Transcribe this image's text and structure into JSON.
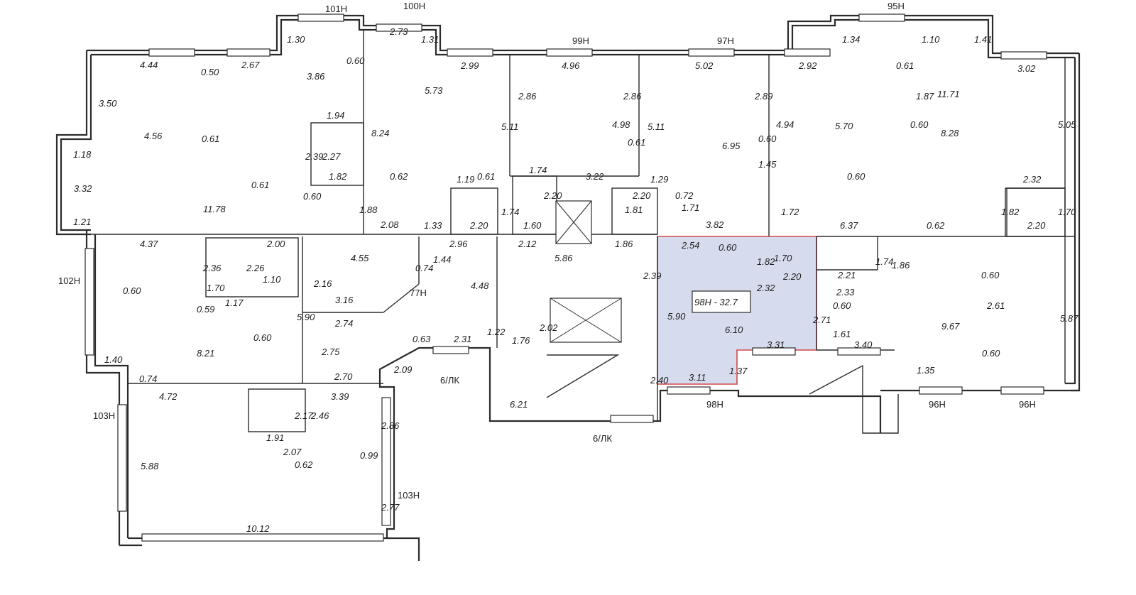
{
  "selected_unit": {
    "label": "98Н - 32.7",
    "color": "#d6dcee",
    "border": "#d2484a"
  },
  "unit_callouts": [
    "101Н",
    "100Н",
    "99Н",
    "97Н",
    "95Н",
    "102Н",
    "77Н",
    "6/ЛК",
    "103Н",
    "103Н",
    "6/ЛК",
    "98Н",
    "96Н",
    "96Н"
  ],
  "dimensions": {
    "d1": "4.44",
    "d2": "0.50",
    "d3": "2.67",
    "d4": "1.30",
    "d5": "0.60",
    "d6": "3.86",
    "d7": "2.73",
    "d8": "1.31",
    "d9": "2.99",
    "d10": "4.96",
    "d11": "5.02",
    "d12": "2.92",
    "d13": "1.34",
    "d14": "1.10",
    "d15": "1.41",
    "d16": "3.02",
    "d17": "0.61",
    "d18": "3.50",
    "d19": "5.73",
    "d20": "2.86",
    "d21": "2.86",
    "d22": "2.89",
    "d23": "1.87",
    "d24": "11.71",
    "d25": "4.56",
    "d26": "0.61",
    "d27": "1.94",
    "d28": "8.24",
    "d29": "5.11",
    "d30": "4.98",
    "d31": "5.11",
    "d32": "4.94",
    "d33": "5.70",
    "d34": "0.60",
    "d35": "8.28",
    "d36": "5.05",
    "d37": "1.18",
    "d38": "2.39",
    "d39": "2.27",
    "d40": "0.61",
    "d41": "6.95",
    "d42": "0.60",
    "d43": "1.45",
    "d44": "3.32",
    "d45": "1.82",
    "d46": "0.62",
    "d47": "1.19",
    "d48": "0.61",
    "d49": "1.74",
    "d50": "3.22",
    "d51": "1.29",
    "d52": "0.60",
    "d53": "2.32",
    "d54": "0.61",
    "d55": "0.60",
    "d56": "2.20",
    "d57": "2.20",
    "d58": "0.72",
    "d59": "11.78",
    "d60": "1.88",
    "d61": "1.74",
    "d62": "1.81",
    "d63": "1.71",
    "d64": "1.72",
    "d65": "1.82",
    "d66": "1.70",
    "d67": "1.21",
    "d68": "2.08",
    "d69": "1.33",
    "d70": "2.20",
    "d71": "1.60",
    "d72": "3.82",
    "d73": "6.37",
    "d74": "0.62",
    "d75": "2.20",
    "d76": "4.37",
    "d77": "2.00",
    "d78": "2.96",
    "d79": "2.12",
    "d80": "1.86",
    "d81": "2.54",
    "d82": "0.60",
    "d83": "2.36",
    "d84": "2.26",
    "d85": "4.55",
    "d86": "0.74",
    "d87": "1.44",
    "d88": "5.86",
    "d89": "1.82",
    "d90": "1.70",
    "d91": "1.74",
    "d92": "1.86",
    "d93": "0.60",
    "d94": "1.10",
    "d95": "2.16",
    "d96": "2.39",
    "d97": "2.20",
    "d98": "2.21",
    "d99": "0.60",
    "d100": "1.70",
    "d101": "1.17",
    "d102": "3.16",
    "d103": "4.48",
    "d104": "2.32",
    "d105": "2.33",
    "d106": "2.61",
    "d107": "0.59",
    "d108": "5.90",
    "d109": "5.90",
    "d110": "0.60",
    "d111": "2.74",
    "d112": "2.02",
    "d113": "6.10",
    "d114": "2.71",
    "d115": "1.61",
    "d116": "9.67",
    "d117": "5.87",
    "d118": "0.60",
    "d119": "8.21",
    "d120": "2.75",
    "d121": "0.63",
    "d122": "2.31",
    "d123": "1.22",
    "d124": "1.76",
    "d125": "3.31",
    "d126": "3.40",
    "d127": "0.60",
    "d128": "1.40",
    "d129": "0.74",
    "d130": "2.09",
    "d131": "2.70",
    "d132": "1.37",
    "d133": "1.35",
    "d134": "4.72",
    "d135": "3.39",
    "d136": "2.40",
    "d137": "3.11",
    "d138": "2.17",
    "d139": "2.46",
    "d140": "6.21",
    "d141": "2.86",
    "d142": "1.91",
    "d143": "2.07",
    "d144": "0.62",
    "d145": "0.99",
    "d146": "5.88",
    "d147": "2.77",
    "d148": "10.12"
  }
}
